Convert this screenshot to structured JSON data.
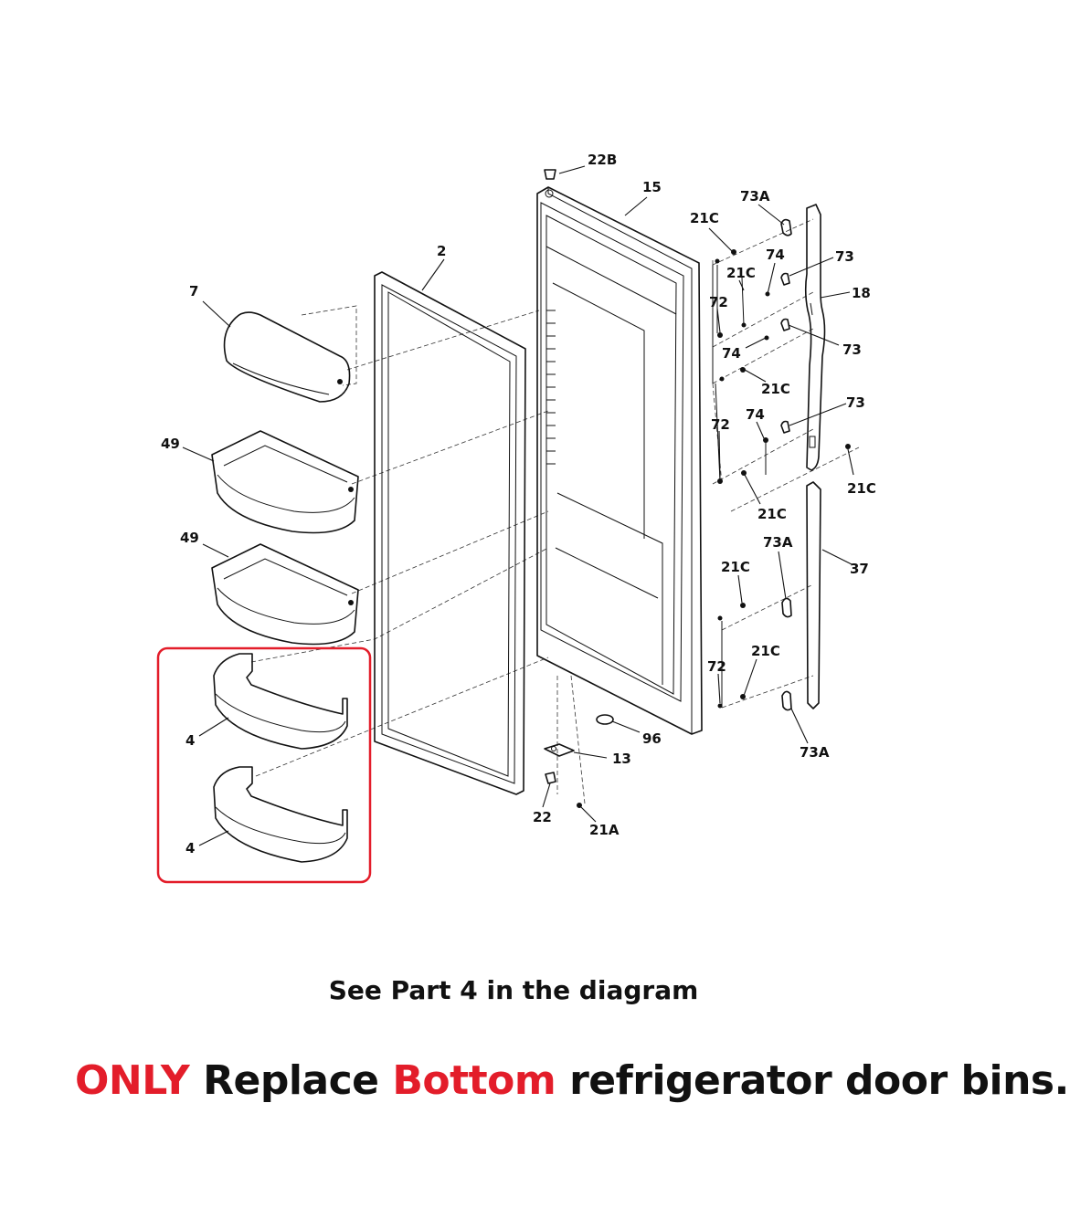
{
  "labels": {
    "l22B": "22B",
    "l15": "15",
    "l73A_top": "73A",
    "l21C_a": "21C",
    "l2": "2",
    "l74_a": "74",
    "l73_a": "73",
    "l21C_b": "21C",
    "l18": "18",
    "l7": "7",
    "l72_a": "72",
    "l74_b": "74",
    "l73_b": "73",
    "l21C_c": "21C",
    "l73_c": "73",
    "l74_c": "74",
    "l72_b": "72",
    "l49_a": "49",
    "l21C_d": "21C",
    "l21C_e": "21C",
    "l49_b": "49",
    "l73A_mid": "73A",
    "l21C_f": "21C",
    "l37": "37",
    "l21C_g": "21C",
    "l72_c": "72",
    "l96": "96",
    "l4_a": "4",
    "l13": "13",
    "l73A_bot": "73A",
    "l22": "22",
    "l21A": "21A",
    "l4_b": "4"
  },
  "highlight_color": "#e31d2a",
  "caption": "See Part 4 in the diagram",
  "headline": {
    "w1": "ONLY",
    "w2": " Replace ",
    "w3": "Bottom",
    "w4": " refrigerator door bins."
  }
}
